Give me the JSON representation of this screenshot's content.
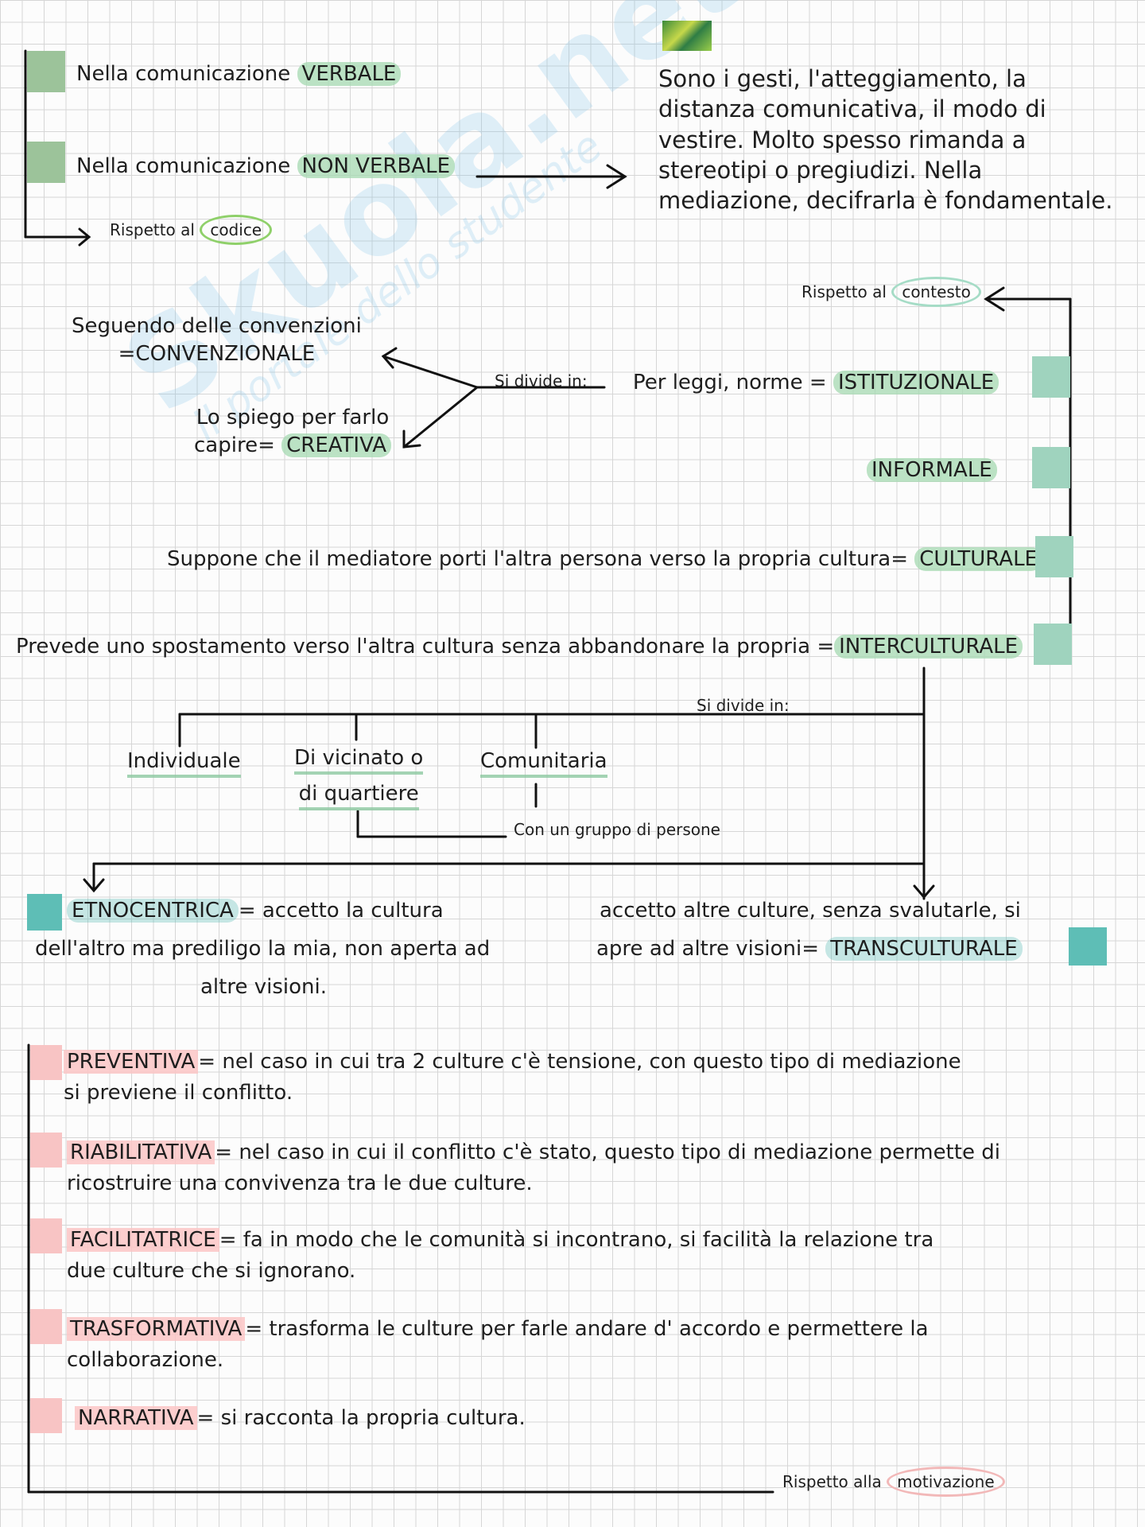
{
  "codice": {
    "verbale_prefix": "Nella comunicazione ",
    "verbale_term": "VERBALE",
    "nonverbale_prefix": "Nella comunicazione ",
    "nonverbale_term": "NON VERBALE",
    "label_prefix": "Rispetto al ",
    "label_word": "codice",
    "description": [
      "Sono i gesti, l'atteggiamento, la",
      "distanza comunicativa, il modo di",
      "vestire. Molto spesso rimanda a",
      "stereotipi o pregiudizi. Nella",
      "mediazione, decifrarla è fondamentale."
    ]
  },
  "contesto": {
    "label_prefix": "Rispetto al ",
    "label_word": "contesto",
    "istituzionale_prefix": "Per leggi, norme = ",
    "istituzionale_term": "ISTITUZIONALE",
    "si_divide": "Si divide in:",
    "convenzionale": [
      "Seguendo delle convenzioni",
      "=CONVENZIONALE"
    ],
    "creativa_line1": "Lo spiego per farlo",
    "creativa_prefix": "capire= ",
    "creativa_term": "CREATIVA",
    "informale_term": "INFORMALE",
    "culturale_prefix": "Suppone che il mediatore porti l'altra persona verso la propria cultura= ",
    "culturale_term": "CULTURALE",
    "interculturale_prefix": "Prevede uno spostamento verso l'altra cultura senza abbandonare la propria =",
    "interculturale_term": "INTERCULTURALE"
  },
  "intercultura": {
    "si_divide": "Si divide in:",
    "individuale": "Individuale",
    "vicinato_line1": "Di vicinato o",
    "vicinato_line2": "di quartiere",
    "comunitaria": "Comunitaria",
    "gruppo": "Con un gruppo di persone",
    "etno_term": "ETNOCENTRICA",
    "etno_line1": "= accetto la cultura",
    "etno_line2": "dell'altro ma prediligo la mia, non aperta ad",
    "etno_line3": "altre visioni.",
    "trans_line1": "accetto altre culture, senza svalutarle, si",
    "trans_prefix": "apre ad altre visioni= ",
    "trans_term": "TRANSCULTURALE"
  },
  "motivazione": {
    "label_prefix": "Rispetto alla ",
    "label_word": "motivazione",
    "items": [
      {
        "term": "PREVENTIVA",
        "line1": "= nel caso in cui tra 2 culture c'è tensione, con questo tipo di mediazione",
        "line2": "si previene il conflitto."
      },
      {
        "term": "RIABILITATIVA",
        "line1": "= nel caso in cui il conflitto c'è stato, questo tipo di mediazione permette di",
        "line2": "ricostruire una convivenza tra le due culture."
      },
      {
        "term": "FACILITATRICE",
        "line1": "= fa in modo che le comunità si incontrano, si facilità la relazione tra",
        "line2": "due culture che si ignorano."
      },
      {
        "term": "TRASFORMATIVA",
        "line1": "= trasforma le culture per farle andare d' accordo e permettere la",
        "line2": "collaborazione."
      },
      {
        "term": "NARRATIVA",
        "line1": "= si racconta la propria cultura.",
        "line2": ""
      }
    ]
  },
  "colors": {
    "green_highlight": "#a6dab2",
    "pink_highlight": "#fbc6c6",
    "teal_square": "#5ebeb6",
    "sage_square": "#9cc39a"
  }
}
